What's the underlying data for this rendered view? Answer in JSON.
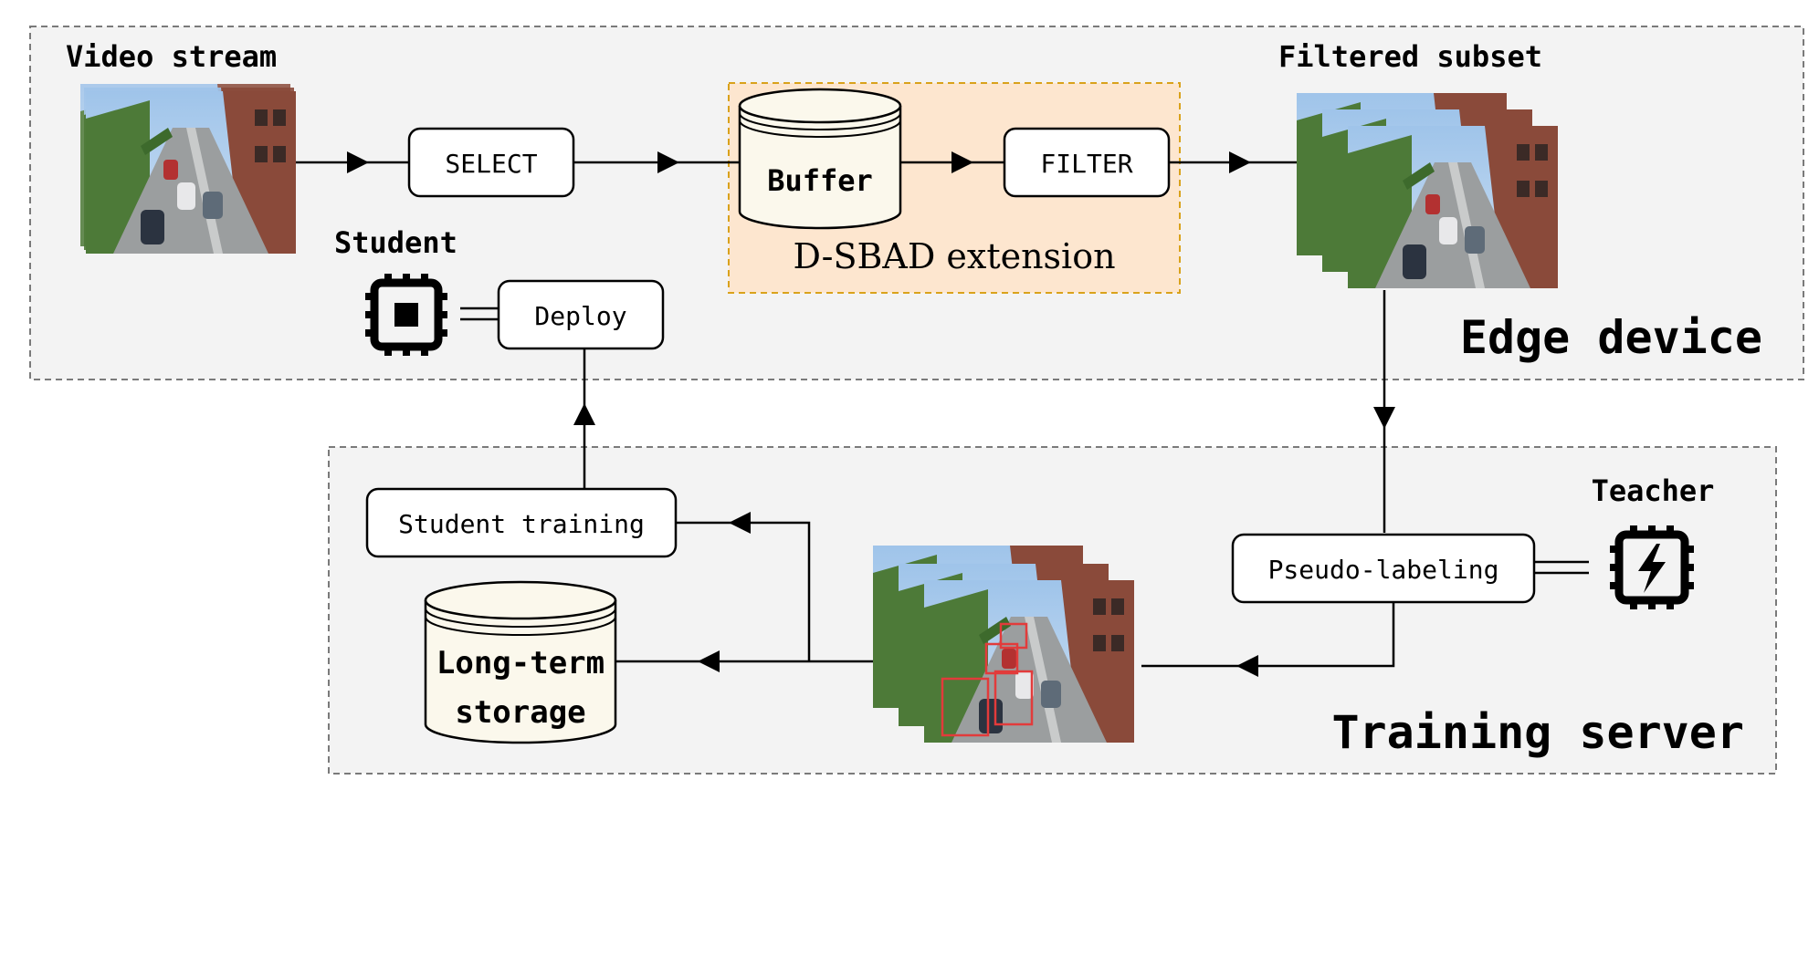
{
  "colors": {
    "region_fill": "#f3f3f3",
    "region_border": "#7a7a7a",
    "extension_fill": "#fde6cf",
    "extension_border": "#d9a21b",
    "box_fill": "#ffffff",
    "cylinder_fill": "#fbf8ec",
    "ink": "#000000",
    "bbox": "#e23b3b"
  },
  "regions": {
    "edge_device": "Edge device",
    "training_server": "Training server",
    "extension": "D-SBAD extension"
  },
  "labels": {
    "video_stream": "Video stream",
    "filtered_subset": "Filtered subset",
    "student": "Student",
    "teacher": "Teacher"
  },
  "boxes": {
    "select": "SELECT",
    "filter": "FILTER",
    "deploy": "Deploy",
    "student_training": "Student training",
    "pseudo_labeling": "Pseudo-labeling"
  },
  "storage": {
    "buffer": "Buffer",
    "long_term_line1": "Long-term",
    "long_term_line2": "storage"
  },
  "icons": {
    "student_chip": "cpu-chip-icon",
    "teacher_chip": "cpu-lightning-chip-icon",
    "video_frames": "video-frames-icon",
    "filtered_frames": "filtered-frames-icon",
    "labeled_frames": "labeled-frames-icon"
  }
}
